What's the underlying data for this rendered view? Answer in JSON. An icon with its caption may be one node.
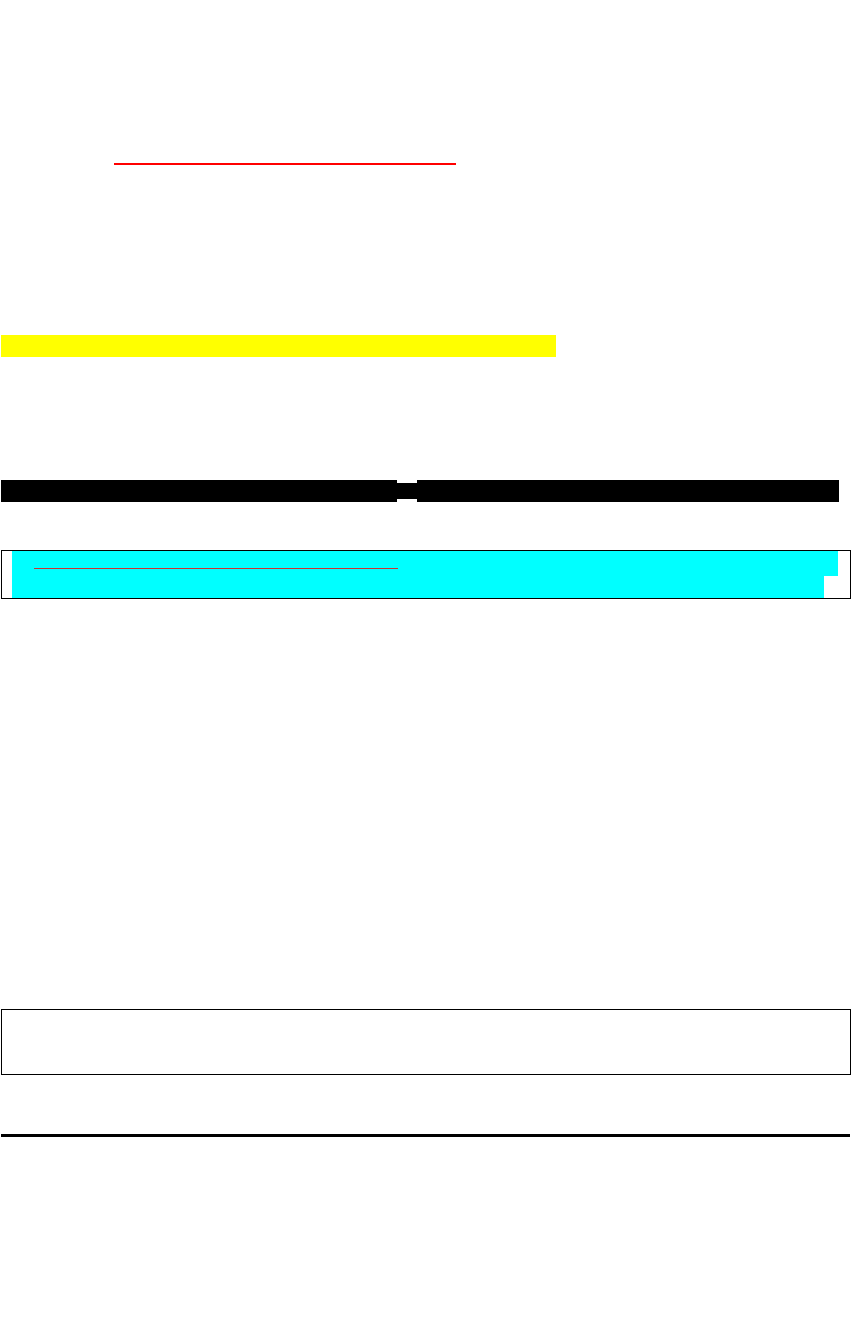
{
  "diagram": {
    "nodes": [
      {
        "text": [],
        "shape": "bar"
      },
      {
        "text": [],
        "shape": "box"
      },
      {
        "text": [],
        "shape": "box"
      }
    ]
  }
}
